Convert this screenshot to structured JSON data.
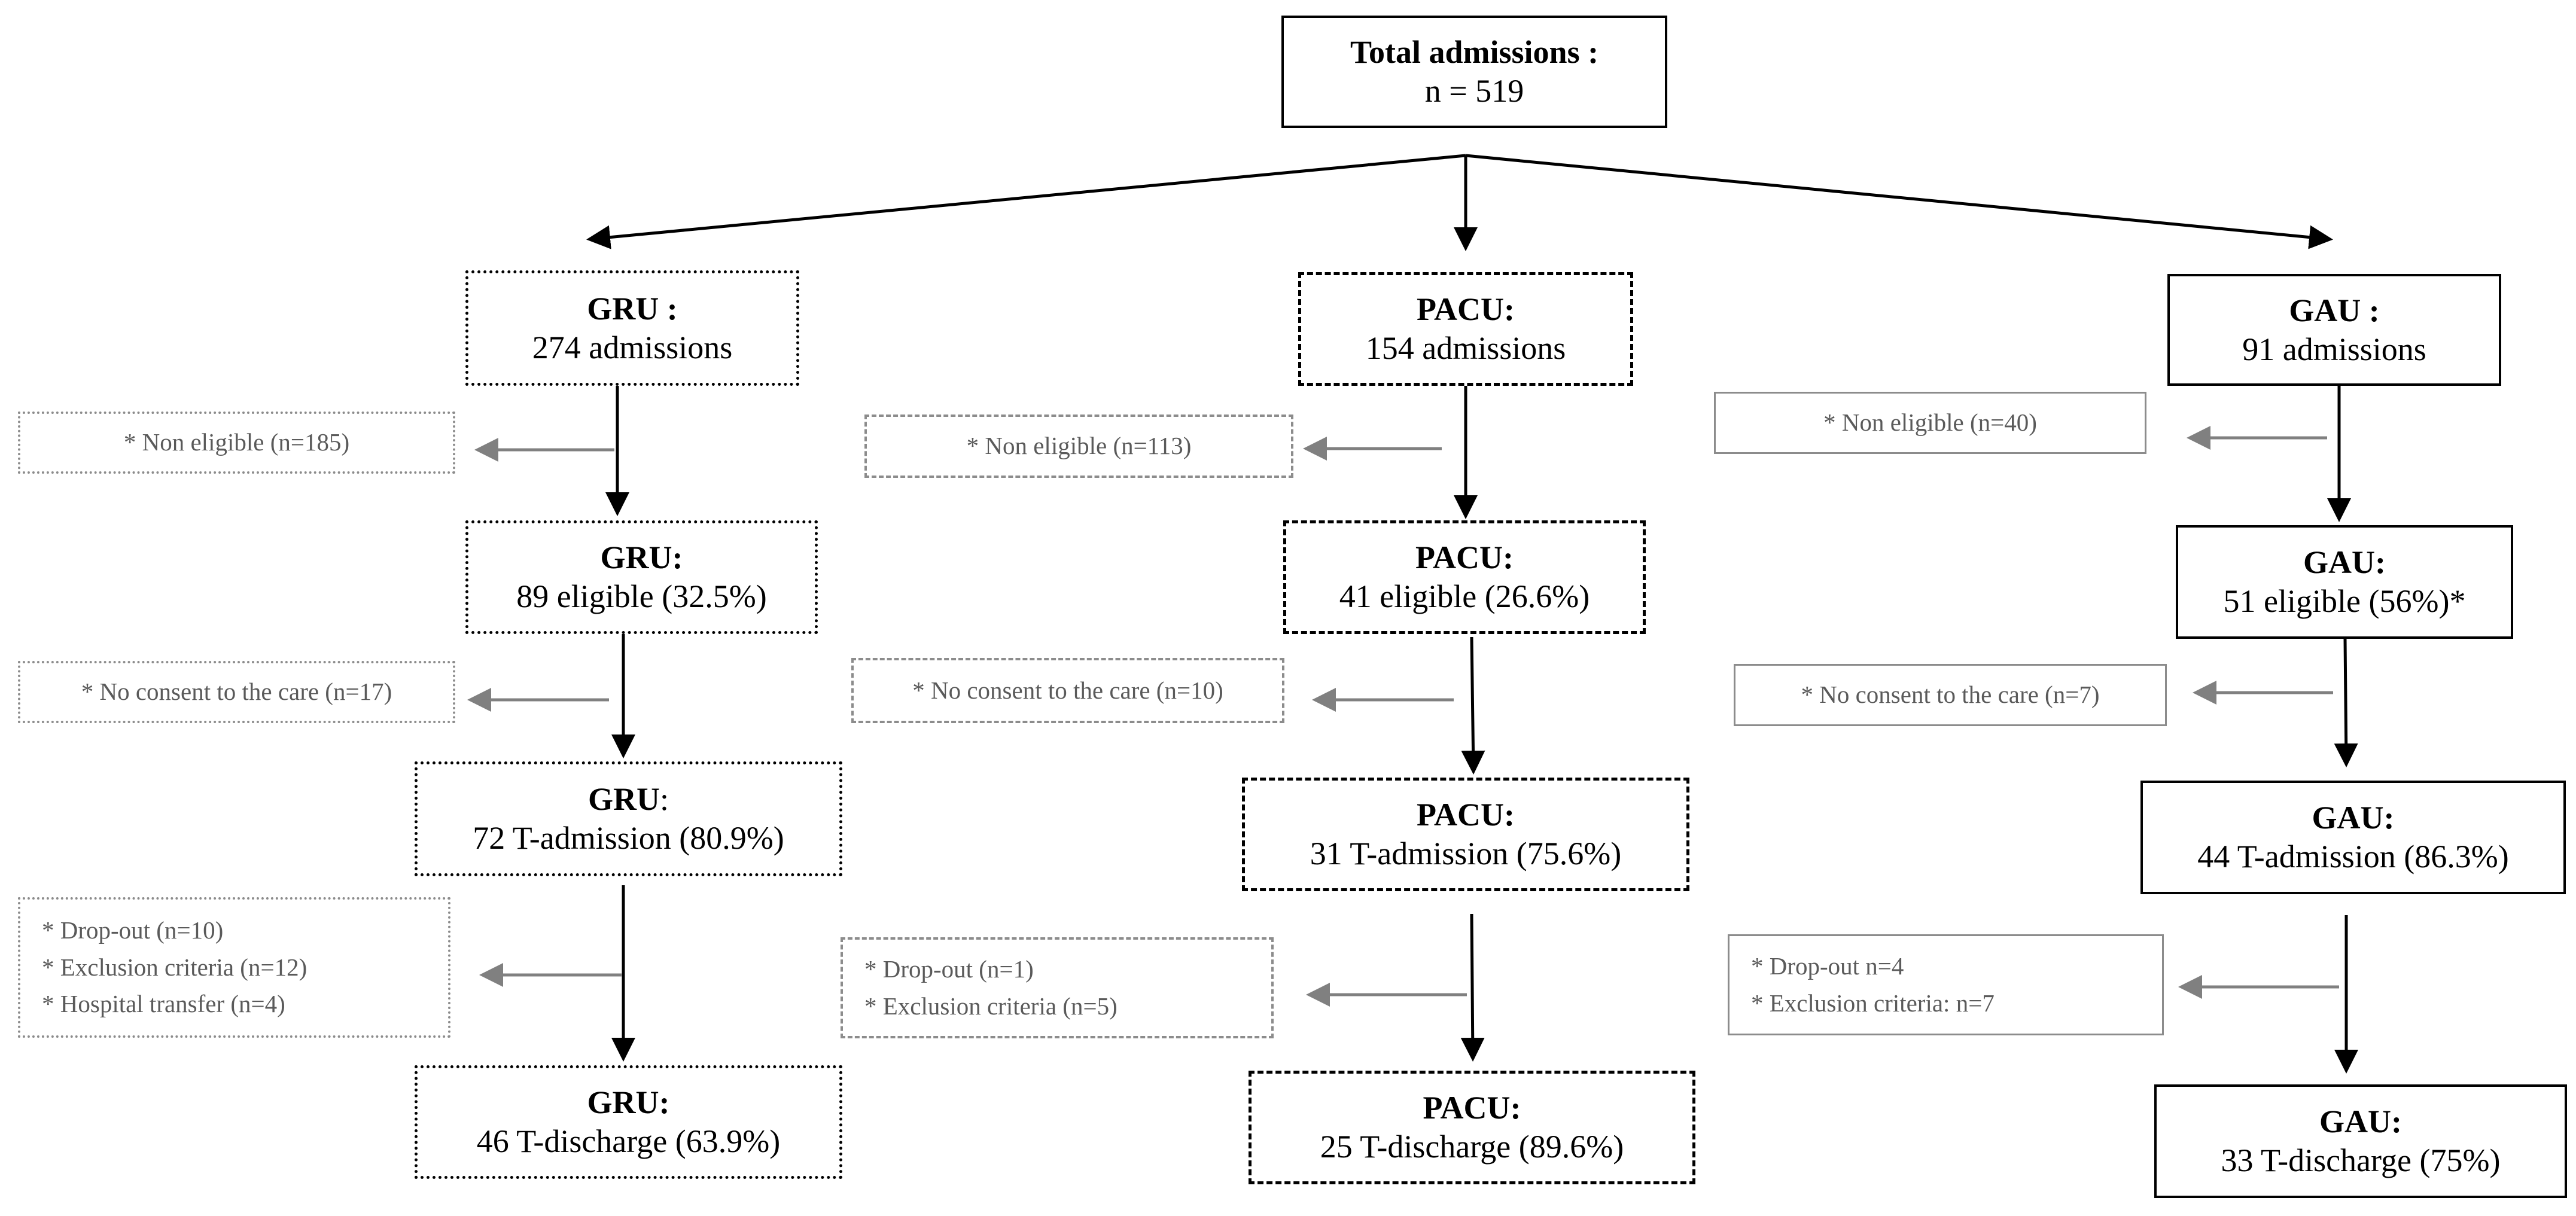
{
  "top": {
    "title": "Total admissions :",
    "count": "n = 519"
  },
  "gru": {
    "admissions": {
      "head": "GRU :",
      "line": "274 admissions"
    },
    "eligible": {
      "head": "GRU:",
      "line": "89 eligible (32.5%)"
    },
    "t_admission": {
      "head": "GRU",
      "head_suffix": ":",
      "line": "72 T-admission (80.9%)"
    },
    "t_discharge": {
      "head": "GRU:",
      "line": "46 T-discharge (63.9%)"
    },
    "exclusions": {
      "non_eligible": "* Non eligible (n=185)",
      "no_consent": "* No consent to the care (n=17)",
      "dropout": [
        "* Drop-out (n=10)",
        "* Exclusion criteria (n=12)",
        "* Hospital transfer (n=4)"
      ]
    }
  },
  "pacu": {
    "admissions": {
      "head": "PACU:",
      "line": "154 admissions"
    },
    "eligible": {
      "head": "PACU:",
      "line": "41 eligible (26.6%)"
    },
    "t_admission": {
      "head": "PACU:",
      "line": "31 T-admission (75.6%)"
    },
    "t_discharge": {
      "head": "PACU:",
      "line": "25 T-discharge (89.6%)"
    },
    "exclusions": {
      "non_eligible": "* Non eligible (n=113)",
      "no_consent": "* No consent to the care (n=10)",
      "dropout": [
        "* Drop-out (n=1)",
        "* Exclusion criteria (n=5)"
      ]
    }
  },
  "gau": {
    "admissions": {
      "head": "GAU :",
      "line": "91 admissions"
    },
    "eligible": {
      "head": "GAU:",
      "line": "51 eligible (56%)*"
    },
    "t_admission": {
      "head": "GAU:",
      "line": "44 T-admission (86.3%)"
    },
    "t_discharge": {
      "head": "GAU:",
      "line": "33 T-discharge (75%)"
    },
    "exclusions": {
      "non_eligible": "* Non eligible (n=40)",
      "no_consent": "* No consent to the care (n=7)",
      "dropout": [
        "* Drop-out n=4",
        "* Exclusion criteria: n=7"
      ]
    }
  },
  "colors": {
    "main_arrow": "#000000",
    "side_arrow": "#808080",
    "note_text": "#5a5a5a",
    "note_border": "#8c8c8c"
  }
}
